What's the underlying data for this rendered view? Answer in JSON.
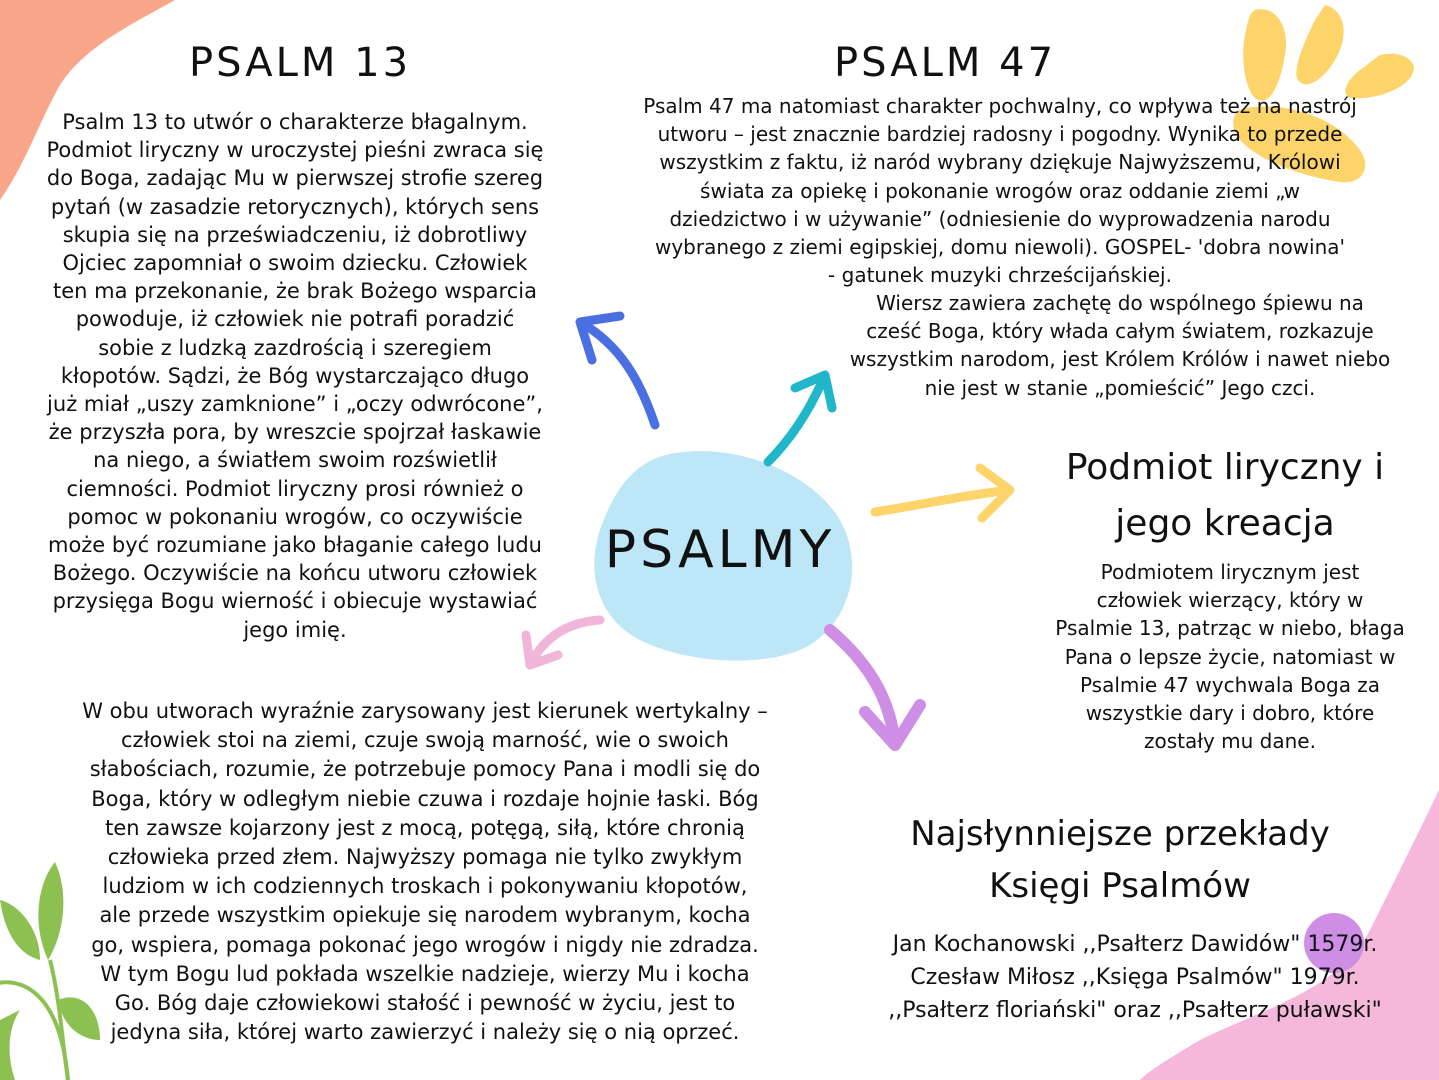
{
  "center": {
    "label": "PSALMY"
  },
  "psalm13": {
    "title": "PSALM 13",
    "lines": [
      "Psalm 13 to utwór o charakterze błagalnym.",
      "Podmiot liryczny w uroczystej pieśni zwraca się",
      "do Boga, zadając Mu w pierwszej strofie szereg",
      "pytań (w zasadzie retorycznych), których sens",
      "skupia się na przeświadczeniu, iż dobrotliwy",
      "Ojciec zapomniał o swoim dziecku. Człowiek",
      "ten ma przekonanie, że brak Bożego wsparcia",
      "powoduje, iż człowiek nie potrafi poradzić",
      "sobie z ludzką zazdrością i szeregiem",
      "kłopotów. Sądzi, że Bóg wystarczająco długo",
      "już miał „uszy zamknione” i „oczy odwrócone”,",
      "że przyszła pora, by wreszcie spojrzał łaskawie",
      "na niego, a światłem swoim rozświetlił",
      "ciemności. Podmiot liryczny prosi również o",
      "pomoc w pokonaniu wrogów, co oczywiście",
      "może być rozumiane jako błaganie całego ludu",
      "Bożego. Oczywiście na końcu utworu człowiek",
      "przysięga Bogu wierność i obiecuje wystawiać",
      "jego imię."
    ]
  },
  "psalm47": {
    "title": "PSALM 47",
    "lines": [
      "Psalm 47 ma natomiast charakter pochwalny, co wpływa też na nastrój",
      "utworu – jest znacznie bardziej radosny i pogodny. Wynika to przede",
      "wszystkim z faktu, iż naród wybrany dziękuje Najwyższemu, Królowi",
      "świata za opiekę i pokonanie wrogów oraz oddanie ziemi „w",
      "dziedzictwo i w używanie” (odniesienie do wyprowadzenia narodu",
      "wybranego z ziemi egipskiej, domu niewoli).  GOSPEL- 'dobra nowina'",
      "- gatunek muzyki chrześcijańskiej."
    ],
    "lines2": [
      "Wiersz zawiera zachętę do wspólnego śpiewu na",
      "cześć Boga, który włada całym światem, rozkazuje",
      "wszystkim narodom, jest Królem Królów i nawet niebo",
      "nie jest w stanie „pomieścić” Jego czci."
    ]
  },
  "podmiot": {
    "title_line1": "Podmiot liryczny i",
    "title_line2": "jego kreacja",
    "lines": [
      "Podmiotem lirycznym jest",
      "człowiek wierzący, który w",
      "Psalmie 13, patrząc w niebo, błaga",
      "Pana o lepsze życie, natomiast w",
      "Psalmie 47 wychwala Boga za",
      "wszystkie dary i dobro, które",
      "zostały mu dane."
    ]
  },
  "kierunek": {
    "lines": [
      "W obu utworach wyraźnie zarysowany jest kierunek wertykalny –",
      "człowiek stoi na ziemi, czuje swoją marność, wie o swoich",
      "słabościach, rozumie, że potrzebuje pomocy Pana i modli się do",
      "Boga, który w odległym niebie czuwa i rozdaje hojnie łaski. Bóg",
      "ten zawsze kojarzony jest z mocą, potęgą, siłą, które chronią",
      "człowieka przed złem. Najwyższy pomaga nie tylko zwykłym",
      "ludziom w ich codziennych troskach i pokonywaniu kłopotów,",
      "ale przede wszystkim opiekuje się narodem wybranym, kocha",
      "go, wspiera, pomaga pokonać jego wrogów i nigdy nie zdradza.",
      "W tym Bogu lud pokłada wszelkie nadzieje, wierzy Mu i kocha",
      "Go. Bóg daje człowiekowi stałość i pewność w życiu, jest to",
      "jedyna siła, której warto zawierzyć i należy się o nią oprzeć."
    ]
  },
  "przeklady": {
    "title_line1": "Najsłynniejsze przekłady",
    "title_line2": "Księgi Psalmów",
    "lines": [
      "Jan Kochanowski ,,Psałterz Dawidów\" 1579r.",
      "Czesław Miłosz ,,Księga Psalmów\" 1979r.",
      ",,Psałterz floriański\" oraz ,,Psałterz puławski\""
    ]
  },
  "colors": {
    "blob_center": "#bde6f7",
    "arrow_blue": "#4a6fe3",
    "arrow_teal": "#1fb7c9",
    "arrow_yellow": "#fcd469",
    "arrow_purple": "#cf8ee6",
    "arrow_pink": "#f0b6d8",
    "corner_orange": "#f9a58a",
    "corner_yellow": "#fcd469",
    "corner_pink": "#f5b8db",
    "leaf_green": "#8cc152"
  }
}
